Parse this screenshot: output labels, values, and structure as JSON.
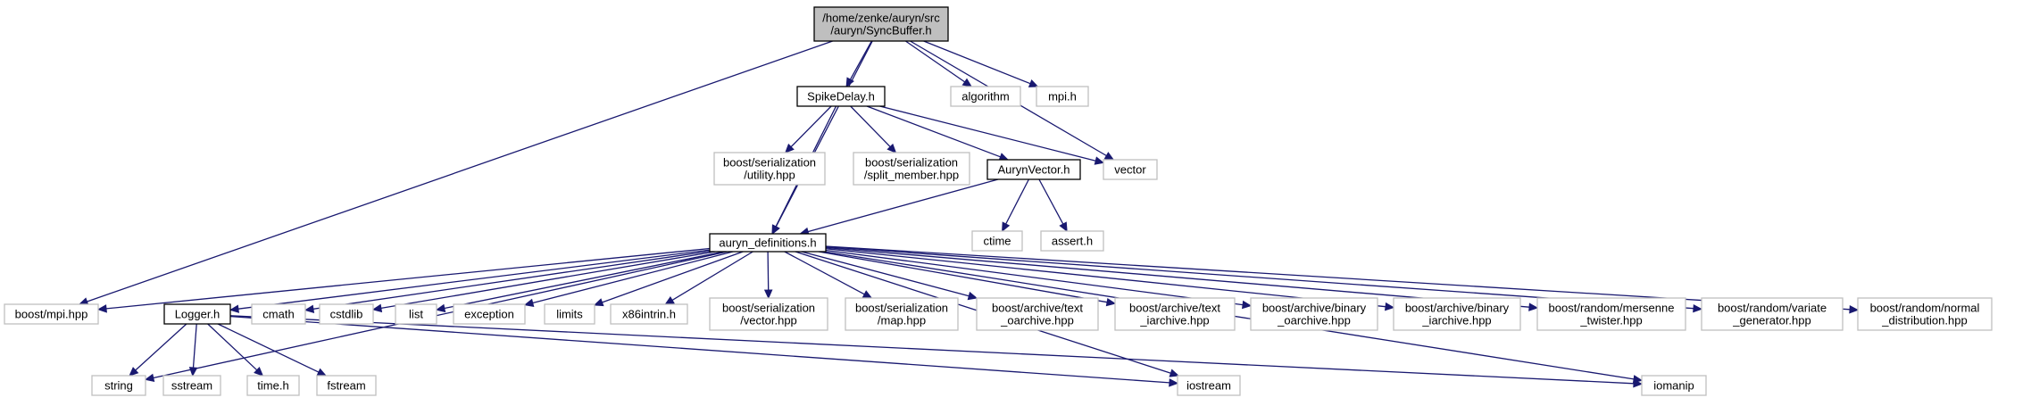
{
  "graph": {
    "title": "/home/zenke/auryn/src/auryn/SyncBuffer.h",
    "colors": {
      "edge": "#191970",
      "root_fill": "#bfbfbf",
      "local_border": "#000000",
      "external_border": "#bfbfbf",
      "node_fill": "#ffffff"
    },
    "nodes": [
      {
        "id": "syncbuffer",
        "kind": "root",
        "lines": [
          "/home/zenke/auryn/src",
          "/auryn/SyncBuffer.h"
        ]
      },
      {
        "id": "spikedelay",
        "kind": "local",
        "lines": [
          "SpikeDelay.h"
        ]
      },
      {
        "id": "algorithm",
        "kind": "external",
        "lines": [
          "algorithm"
        ]
      },
      {
        "id": "mpi_h",
        "kind": "external",
        "lines": [
          "mpi.h"
        ]
      },
      {
        "id": "ser_utility",
        "kind": "external",
        "lines": [
          "boost/serialization",
          "/utility.hpp"
        ]
      },
      {
        "id": "ser_split",
        "kind": "external",
        "lines": [
          "boost/serialization",
          "/split_member.hpp"
        ]
      },
      {
        "id": "aurynvector",
        "kind": "local",
        "lines": [
          "AurynVector.h"
        ]
      },
      {
        "id": "vector",
        "kind": "external",
        "lines": [
          "vector"
        ]
      },
      {
        "id": "ctime",
        "kind": "external",
        "lines": [
          "ctime"
        ]
      },
      {
        "id": "assert_h",
        "kind": "external",
        "lines": [
          "assert.h"
        ]
      },
      {
        "id": "defs",
        "kind": "local",
        "lines": [
          "auryn_definitions.h"
        ]
      },
      {
        "id": "boost_mpi",
        "kind": "external",
        "lines": [
          "boost/mpi.hpp"
        ]
      },
      {
        "id": "logger",
        "kind": "local",
        "lines": [
          "Logger.h"
        ]
      },
      {
        "id": "cmath",
        "kind": "external",
        "lines": [
          "cmath"
        ]
      },
      {
        "id": "cstdlib",
        "kind": "external",
        "lines": [
          "cstdlib"
        ]
      },
      {
        "id": "list",
        "kind": "external",
        "lines": [
          "list"
        ]
      },
      {
        "id": "exception",
        "kind": "external",
        "lines": [
          "exception"
        ]
      },
      {
        "id": "limits",
        "kind": "external",
        "lines": [
          "limits"
        ]
      },
      {
        "id": "x86intrin",
        "kind": "external",
        "lines": [
          "x86intrin.h"
        ]
      },
      {
        "id": "ser_vector",
        "kind": "external",
        "lines": [
          "boost/serialization",
          "/vector.hpp"
        ]
      },
      {
        "id": "ser_map",
        "kind": "external",
        "lines": [
          "boost/serialization",
          "/map.hpp"
        ]
      },
      {
        "id": "text_oarchive",
        "kind": "external",
        "lines": [
          "boost/archive/text",
          "_oarchive.hpp"
        ]
      },
      {
        "id": "text_iarchive",
        "kind": "external",
        "lines": [
          "boost/archive/text",
          "_iarchive.hpp"
        ]
      },
      {
        "id": "binary_oarchive",
        "kind": "external",
        "lines": [
          "boost/archive/binary",
          "_oarchive.hpp"
        ]
      },
      {
        "id": "binary_iarchive",
        "kind": "external",
        "lines": [
          "boost/archive/binary",
          "_iarchive.hpp"
        ]
      },
      {
        "id": "mersenne",
        "kind": "external",
        "lines": [
          "boost/random/mersenne",
          "_twister.hpp"
        ]
      },
      {
        "id": "variate",
        "kind": "external",
        "lines": [
          "boost/random/variate",
          "_generator.hpp"
        ]
      },
      {
        "id": "normal",
        "kind": "external",
        "lines": [
          "boost/random/normal",
          "_distribution.hpp"
        ]
      },
      {
        "id": "string",
        "kind": "external",
        "lines": [
          "string"
        ]
      },
      {
        "id": "sstream",
        "kind": "external",
        "lines": [
          "sstream"
        ]
      },
      {
        "id": "time_h",
        "kind": "external",
        "lines": [
          "time.h"
        ]
      },
      {
        "id": "fstream",
        "kind": "external",
        "lines": [
          "fstream"
        ]
      },
      {
        "id": "iostream",
        "kind": "external",
        "lines": [
          "iostream"
        ]
      },
      {
        "id": "iomanip",
        "kind": "external",
        "lines": [
          "iomanip"
        ]
      }
    ],
    "edges": [
      [
        "syncbuffer",
        "spikedelay"
      ],
      [
        "syncbuffer",
        "algorithm"
      ],
      [
        "syncbuffer",
        "mpi_h"
      ],
      [
        "syncbuffer",
        "vector"
      ],
      [
        "syncbuffer",
        "defs"
      ],
      [
        "syncbuffer",
        "boost_mpi"
      ],
      [
        "spikedelay",
        "ser_utility"
      ],
      [
        "spikedelay",
        "ser_split"
      ],
      [
        "spikedelay",
        "aurynvector"
      ],
      [
        "spikedelay",
        "vector"
      ],
      [
        "spikedelay",
        "defs"
      ],
      [
        "aurynvector",
        "defs"
      ],
      [
        "aurynvector",
        "ctime"
      ],
      [
        "aurynvector",
        "assert_h"
      ],
      [
        "defs",
        "boost_mpi"
      ],
      [
        "defs",
        "logger"
      ],
      [
        "defs",
        "cmath"
      ],
      [
        "defs",
        "cstdlib"
      ],
      [
        "defs",
        "list"
      ],
      [
        "defs",
        "exception"
      ],
      [
        "defs",
        "limits"
      ],
      [
        "defs",
        "x86intrin"
      ],
      [
        "defs",
        "ser_vector"
      ],
      [
        "defs",
        "ser_map"
      ],
      [
        "defs",
        "text_oarchive"
      ],
      [
        "defs",
        "text_iarchive"
      ],
      [
        "defs",
        "binary_oarchive"
      ],
      [
        "defs",
        "binary_iarchive"
      ],
      [
        "defs",
        "mersenne"
      ],
      [
        "defs",
        "variate"
      ],
      [
        "defs",
        "normal"
      ],
      [
        "defs",
        "string"
      ],
      [
        "defs",
        "iostream"
      ],
      [
        "defs",
        "iomanip"
      ],
      [
        "logger",
        "string"
      ],
      [
        "logger",
        "sstream"
      ],
      [
        "logger",
        "time_h"
      ],
      [
        "logger",
        "fstream"
      ],
      [
        "logger",
        "iostream"
      ],
      [
        "logger",
        "iomanip"
      ]
    ]
  }
}
